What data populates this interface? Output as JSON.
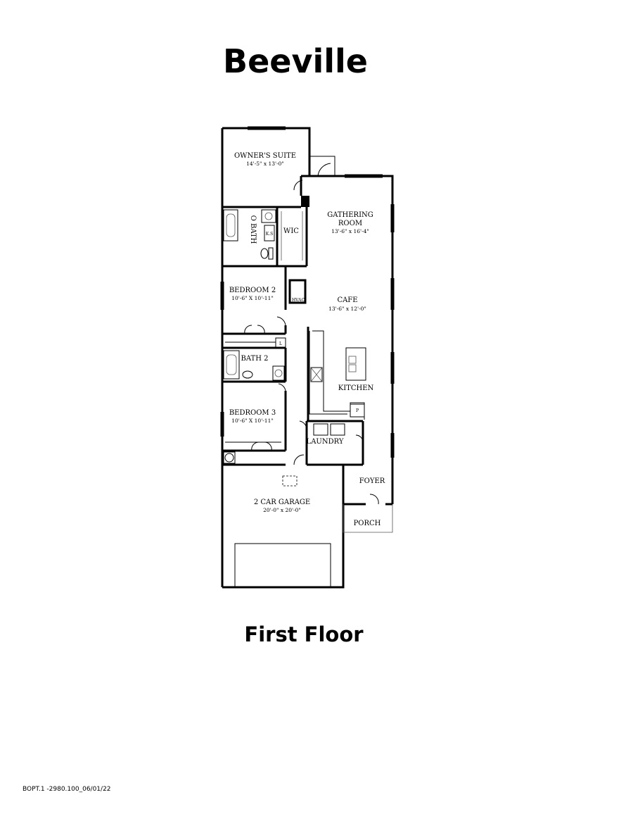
{
  "title": "Beeville",
  "subtitle": "First Floor",
  "plan_code": "BOPT.1 -2980.100_06/01/22",
  "rooms": {
    "owners_suite": {
      "name": "OWNER'S SUITE",
      "dims": "14'-5\" x 13'-0\""
    },
    "o_bath": {
      "name": "O BATH"
    },
    "wic": {
      "name": "WIC"
    },
    "ks": {
      "name": "K.S"
    },
    "gathering_room": {
      "name_line1": "GATHERING",
      "name_line2": "ROOM",
      "dims": "13'-6\" x 16'-4\""
    },
    "bedroom2": {
      "name": "BEDROOM 2",
      "dims": "10'-6\" X 10'-11\""
    },
    "hvac": {
      "name": "HVAC"
    },
    "cafe": {
      "name": "CAFE",
      "dims": "13'-6\" x 12'-0\""
    },
    "bath2": {
      "name": "BATH 2"
    },
    "linen": {
      "name": "L"
    },
    "kitchen": {
      "name": "KITCHEN"
    },
    "pantry": {
      "name": "P"
    },
    "bedroom3": {
      "name": "BEDROOM 3",
      "dims": "10'-6\" X 10'-11\""
    },
    "laundry": {
      "name": "LAUNDRY"
    },
    "foyer": {
      "name": "FOYER"
    },
    "garage": {
      "name": "2 CAR GARAGE",
      "dims": "20'-0\" x 20'-0\""
    },
    "porch": {
      "name": "PORCH"
    }
  }
}
